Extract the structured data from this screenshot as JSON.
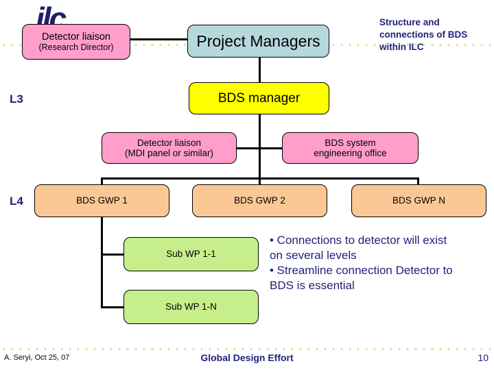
{
  "slide": {
    "logo_text": "ilc",
    "title_note": "Structure and connections of BDS within ILC",
    "levels": {
      "l3": "L3",
      "l4": "L4"
    },
    "boxes": {
      "detector_liaison_rd": {
        "line1": "Detector liaison",
        "line2": "(Research Director)",
        "color": "#ff9ecb"
      },
      "project_managers": {
        "line1": "Project Managers",
        "color": "#b6d8dd"
      },
      "bds_manager": {
        "line1": "BDS manager",
        "color": "#ffff00"
      },
      "detector_liaison_mdi": {
        "line1": "Detector liaison",
        "line2": "(MDI panel or similar)",
        "color": "#ff9ecb"
      },
      "bds_system_engineering_office": {
        "line1": "BDS system",
        "line2": "engineering office",
        "color": "#ff9ecb"
      },
      "bds_gwp_1": {
        "line1": "BDS GWP 1",
        "color": "#fbc795"
      },
      "bds_gwp_2": {
        "line1": "BDS GWP 2",
        "color": "#fbc795"
      },
      "bds_gwp_n": {
        "line1": "BDS GWP N",
        "color": "#fbc795"
      },
      "sub_wp_1_1": {
        "line1": "Sub WP 1-1",
        "color": "#c6ef8c"
      },
      "sub_wp_1_n": {
        "line1": "Sub WP 1-N",
        "color": "#c6ef8c"
      }
    },
    "bullets": [
      "• Connections to detector will exist",
      "on several levels",
      "• Streamline connection Detector to",
      "BDS is essential"
    ],
    "footer": {
      "author": "A. Seryi, Oct 25, 07",
      "center": "Global Design Effort",
      "page": "10"
    },
    "colors": {
      "navy_text": "#1f1f7a",
      "connector": "#000000",
      "dot_rule": "#d9d97a"
    }
  }
}
